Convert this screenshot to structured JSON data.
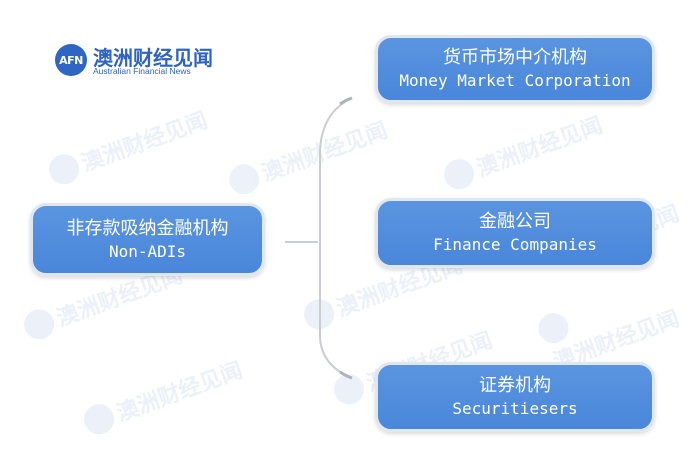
{
  "logo": {
    "mark": "AFN",
    "chinese": "澳洲财经见闻",
    "english": "Australian Financial News"
  },
  "diagram": {
    "root": {
      "label_cn": "非存款吸纳金融机构",
      "label_en": "Non-ADIs"
    },
    "children": [
      {
        "label_cn": "货币市场中介机构",
        "label_en": "Money Market Corporation"
      },
      {
        "label_cn": "金融公司",
        "label_en": "Finance Companies"
      },
      {
        "label_cn": "证券机构",
        "label_en": "Securitiesers"
      }
    ]
  },
  "colors": {
    "node_fill": "#4a86da",
    "node_border": "#dfe7f3",
    "connector": "#c9ccd1",
    "brand": "#2d64c4"
  }
}
